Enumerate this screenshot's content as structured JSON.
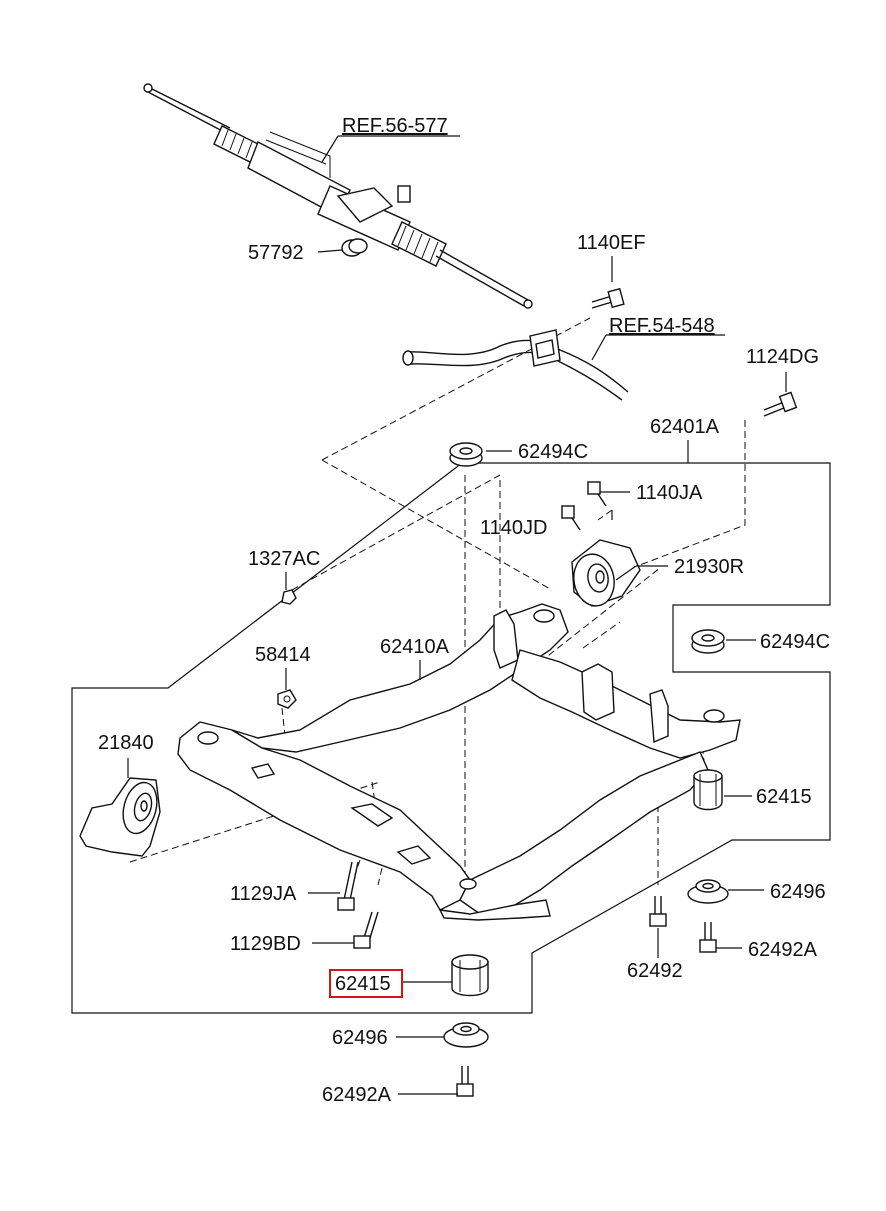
{
  "labels": {
    "ref_56_577": "REF.56-577",
    "ref_54_548": "REF.54-548",
    "p57792": "57792",
    "p1140EF": "1140EF",
    "p1124DG": "1124DG",
    "p62401A": "62401A",
    "p62494C_top": "62494C",
    "p1140JA": "1140JA",
    "p1140JD": "1140JD",
    "p1327AC": "1327AC",
    "p21930R": "21930R",
    "p62494C_right": "62494C",
    "p58414": "58414",
    "p62410A": "62410A",
    "p21840": "21840",
    "p62415_right": "62415",
    "p1129JA": "1129JA",
    "p62496_right": "62496",
    "p1129BD": "1129BD",
    "p62492A_right": "62492A",
    "p62492": "62492",
    "p62415_highlighted": "62415",
    "p62496_bottom": "62496",
    "p62492A_bottom": "62492A"
  },
  "highlighted_part": "62415",
  "highlight_color": "#cc1a1a"
}
